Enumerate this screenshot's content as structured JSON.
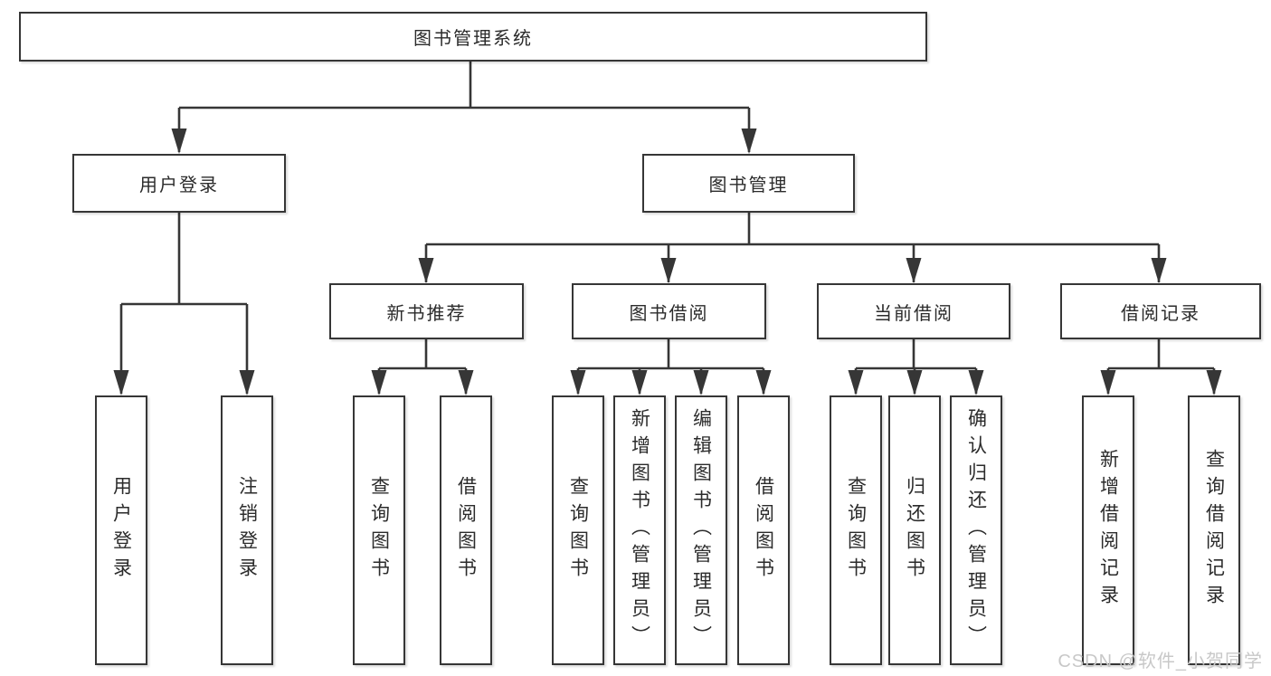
{
  "tree": {
    "label": "图书管理系统",
    "children": [
      {
        "label": "用户登录",
        "children": [
          {
            "label": "用户登录"
          },
          {
            "label": "注销登录"
          }
        ]
      },
      {
        "label": "图书管理",
        "children": [
          {
            "label": "新书推荐",
            "children": [
              {
                "label": "查询图书"
              },
              {
                "label": "借阅图书"
              }
            ]
          },
          {
            "label": "图书借阅",
            "children": [
              {
                "label": "查询图书"
              },
              {
                "label": "新增图书（管理员）"
              },
              {
                "label": "编辑图书（管理员）"
              },
              {
                "label": "借阅图书"
              }
            ]
          },
          {
            "label": "当前借阅",
            "children": [
              {
                "label": "查询图书"
              },
              {
                "label": "归还图书"
              },
              {
                "label": "确认归还（管理员）"
              }
            ]
          },
          {
            "label": "借阅记录",
            "children": [
              {
                "label": "新增借阅记录"
              },
              {
                "label": "查询借阅记录"
              }
            ]
          }
        ]
      }
    ]
  },
  "watermark": {
    "text": "CSDN @软件_小贺同学",
    "color": "#c8c8c8"
  },
  "colors": {
    "line": "#363636",
    "box_border": "#363636",
    "box_background": "#ffffff",
    "text": "#2b2b2b",
    "background": "#ffffff"
  }
}
